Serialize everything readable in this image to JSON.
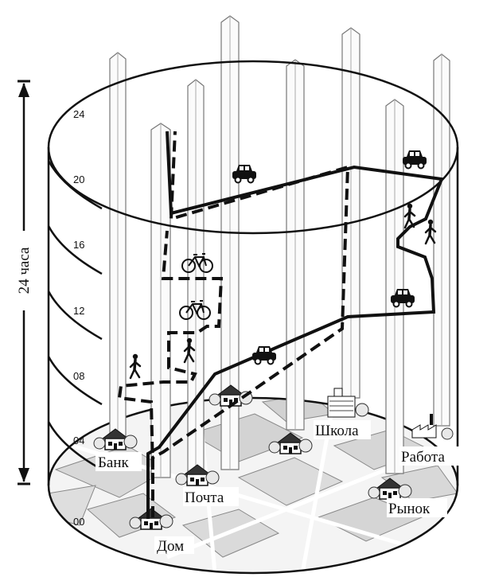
{
  "axis": {
    "label": "24 часа",
    "hour_marks": [
      "24",
      "20",
      "16",
      "12",
      "08",
      "04",
      "00"
    ]
  },
  "places": {
    "home": "Дом",
    "post": "Почта",
    "bank": "Банк",
    "school": "Школа",
    "work": "Работа",
    "market": "Рынок"
  },
  "transport_icons": [
    "car",
    "car",
    "car",
    "car",
    "bicycle",
    "bicycle",
    "pedestrian",
    "pedestrian",
    "pedestrian",
    "pedestrian"
  ],
  "colors": {
    "line": "#111111",
    "pillar": "#ffffff",
    "map_block": "#dcdcdc"
  }
}
